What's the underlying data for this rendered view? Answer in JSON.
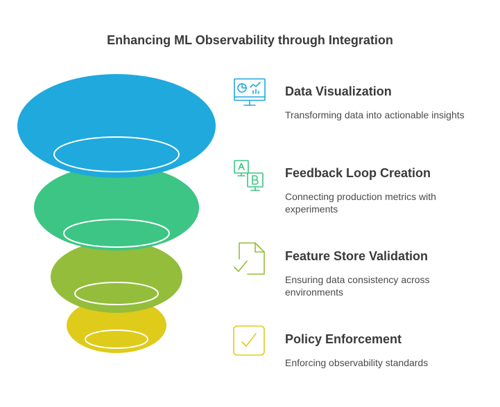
{
  "title": "Enhancing ML Observability through Integration",
  "colors": {
    "blue": "#1fa9dc",
    "green": "#3cc584",
    "olive": "#93bd3a",
    "yellow": "#dfcb1a"
  },
  "items": [
    {
      "title": "Data Visualization",
      "description": "Transforming data into actionable insights",
      "icon": "monitor-chart-icon",
      "color": "#1fa9dc"
    },
    {
      "title": "Feedback Loop Creation",
      "description": "Connecting production metrics with experiments",
      "icon": "ab-test-icon",
      "color": "#3cc584"
    },
    {
      "title": "Feature Store Validation",
      "description": "Ensuring data consistency across environments",
      "icon": "document-check-icon",
      "color": "#93bd3a"
    },
    {
      "title": "Policy Enforcement",
      "description": "Enforcing observability standards",
      "icon": "checkbox-icon",
      "color": "#dfcb1a"
    }
  ]
}
